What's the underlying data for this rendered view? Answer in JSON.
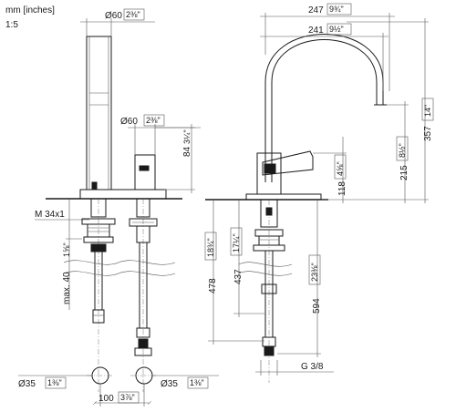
{
  "units": {
    "unit_label": "mm [inches]",
    "scale": "1:5"
  },
  "left_view": {
    "dia_top": "Ø60",
    "dia_top_in": "2⅜\"",
    "dia_handle": "Ø60",
    "dia_handle_in": "2⅜\"",
    "height_handle": "84",
    "height_handle_in": "3¼\"",
    "thread": "M 34x1",
    "max_thickness": "max. 40",
    "max_thickness_in": "1⅝\"",
    "dia_hole_left": "Ø35",
    "dia_hole_left_in": "1⅜\"",
    "dia_hole_right": "Ø35",
    "dia_hole_right_in": "1⅜\"",
    "spacing": "100",
    "spacing_in": "3⅞\""
  },
  "right_view": {
    "reach_outer": "247",
    "reach_outer_in": "9¾\"",
    "reach_inner": "241",
    "reach_inner_in": "9½\"",
    "height_total": "357",
    "height_total_in": "14\"",
    "height_spout": "215",
    "height_spout_in": "8½\"",
    "height_lever": "118",
    "height_lever_in": "4⅝\"",
    "len_478": "478",
    "len_478_in": "18¾\"",
    "len_437": "437",
    "len_437_in": "17¼\"",
    "len_594": "594",
    "len_594_in": "23⅜\"",
    "connection": "G 3/8"
  }
}
